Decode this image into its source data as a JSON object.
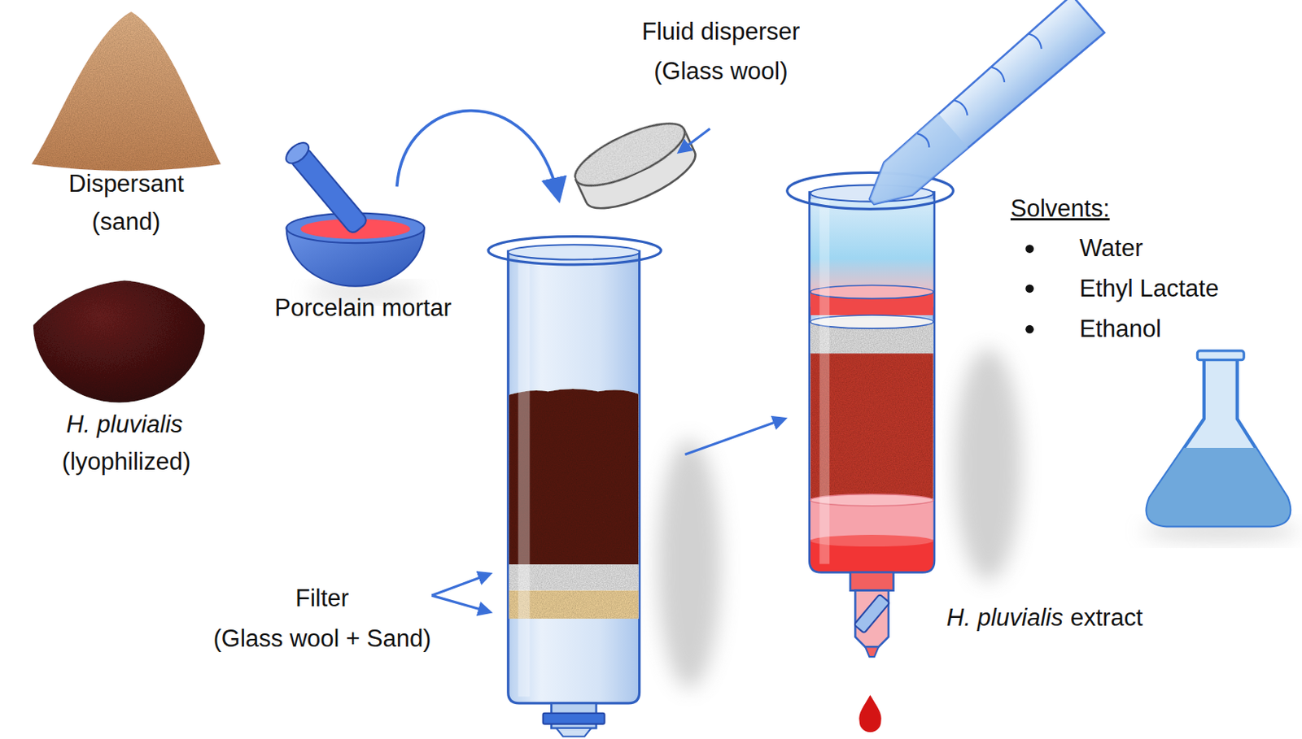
{
  "diagram": {
    "labels": [
      "Dispersant",
      "(sand)",
      "H. pluvialis",
      "(lyophilized)",
      "Porcelain mortar",
      "Fluid disperser",
      "(Glass wool)",
      "Filter",
      "(Glass wool + Sand)",
      "Solvents:",
      "Water",
      "Ethyl Lactate",
      "Ethanol",
      "H. pluvialis",
      "extract"
    ]
  }
}
